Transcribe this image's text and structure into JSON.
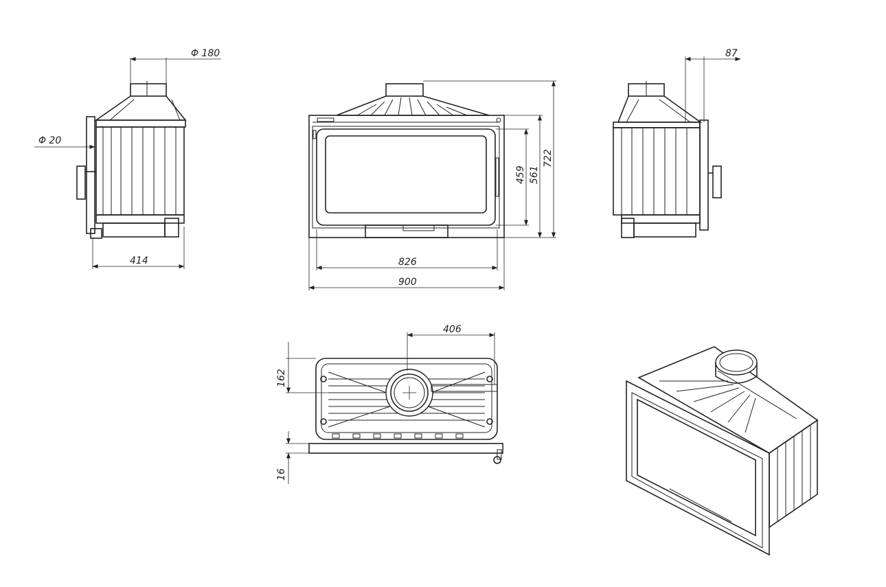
{
  "dimensions": {
    "flue_diameter": "Φ 180",
    "handle_diameter": "Φ 20",
    "side_depth": "414",
    "glass_width": "826",
    "total_width": "900",
    "glass_height": "459",
    "front_height": "561",
    "total_height": "722",
    "collar_offset": "87",
    "flue_offset": "406",
    "rear_offset": "162",
    "ash_pan_height": "16"
  }
}
